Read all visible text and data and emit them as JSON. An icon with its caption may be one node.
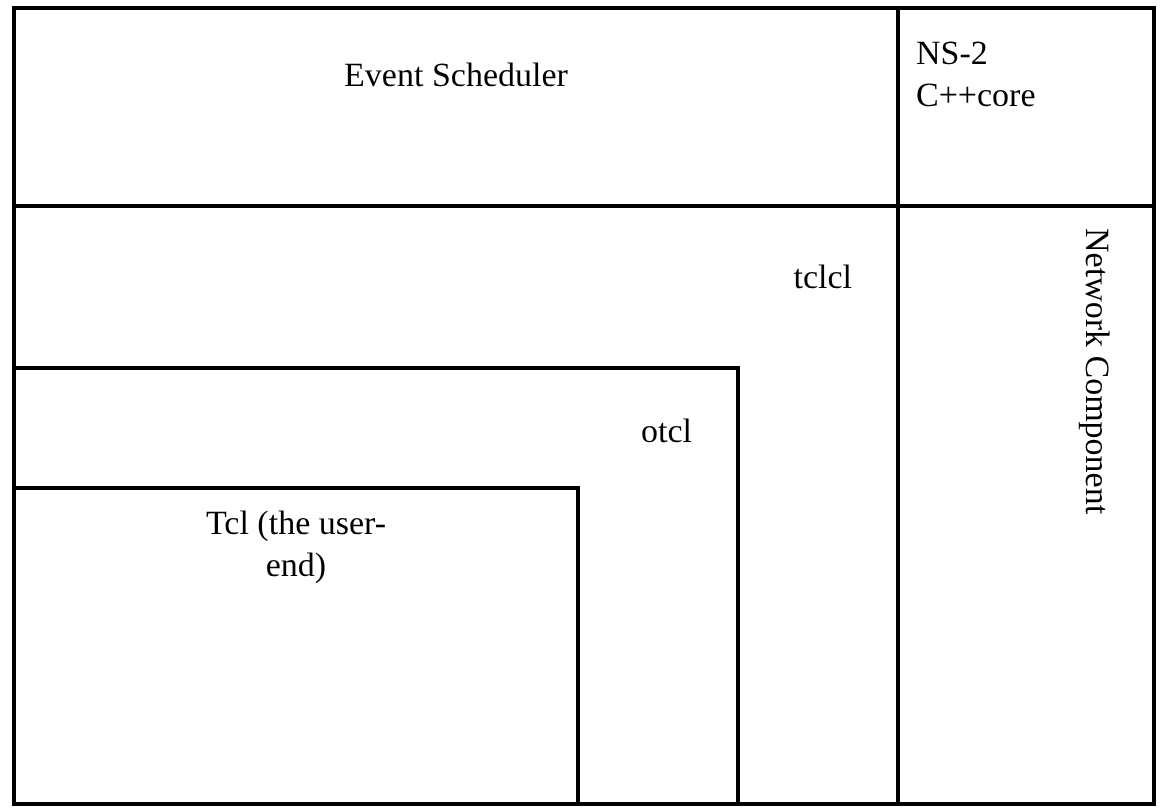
{
  "diagram": {
    "nodes": [
      {
        "text": [
          "Event Scheduler"
        ]
      },
      {
        "text": [
          "NS-2 C++core"
        ]
      },
      {
        "text": [
          "Network Component"
        ]
      },
      {
        "text": [
          "tclcl"
        ]
      },
      {
        "text": [
          "otcl"
        ],
        "in": 3
      },
      {
        "text": [
          "Tcl (the user-end)"
        ],
        "in": 4
      }
    ]
  }
}
